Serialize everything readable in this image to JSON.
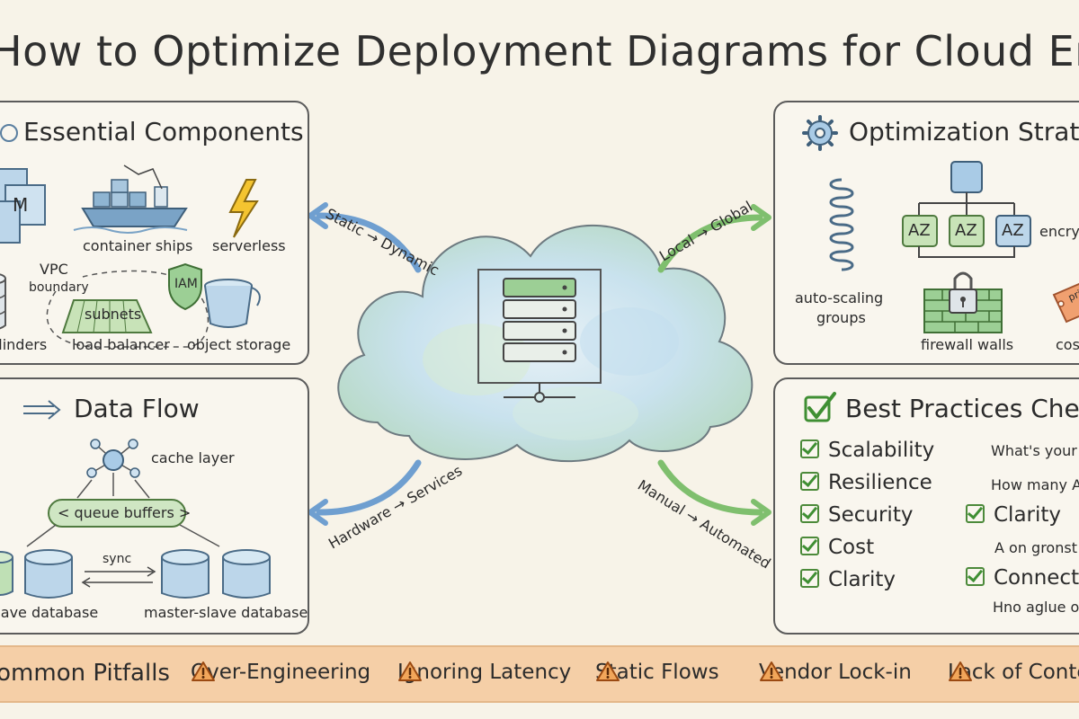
{
  "title": "How to Optimize Deployment Diagrams for Cloud Environments",
  "components": {
    "title": "Essential Components",
    "vm_label": "M",
    "container_ships": "container ships",
    "serverless": "serverless",
    "vpc": "VPC",
    "boundary": "boundary",
    "iam": "IAM",
    "subnets": "subnets",
    "cylinders": "cylinders",
    "load_balancer": "load balancer",
    "object_storage": "object storage"
  },
  "flow": {
    "title": "Data Flow",
    "cache_layer": "cache layer",
    "queue_buffers": "< queue buffers >",
    "sync": "sync",
    "slave_db": "slave database",
    "master_slave_db": "master-slave database"
  },
  "transitions": {
    "top_left": "Static → Dynamic",
    "top_right": "Local → Global",
    "bottom_left": "Hardware → Services",
    "bottom_right": "Manual → Automated"
  },
  "optimization": {
    "title": "Optimization Strategies",
    "az": [
      "AZ",
      "AZ",
      "AZ"
    ],
    "encryption": "encryption",
    "auto_scaling": "auto-scaling",
    "groups": "groups",
    "firewall": "firewall walls",
    "cost": "cost",
    "price_tag": "price"
  },
  "best": {
    "title": "Best Practices Checklist",
    "checks": [
      "Scalability",
      "Resilience",
      "Security",
      "Cost",
      "Clarity"
    ],
    "q1": "What's your scale?",
    "q2": "How many AZs?",
    "clarity": "Clarity",
    "note1": "A on gronst plan",
    "connectivity": "Connectivity",
    "note2": "Hno aglue ogn"
  },
  "pitfalls": {
    "title": "Common Pitfalls",
    "items": [
      "Over-Engineering",
      "Ignoring Latency",
      "Static Flows",
      "Vendor Lock-in",
      "Lack of Context"
    ]
  },
  "colors": {
    "blue": "#a9cbe6",
    "green": "#a9d79a",
    "orange": "#f5cfa7",
    "yellow": "#f4c430"
  }
}
